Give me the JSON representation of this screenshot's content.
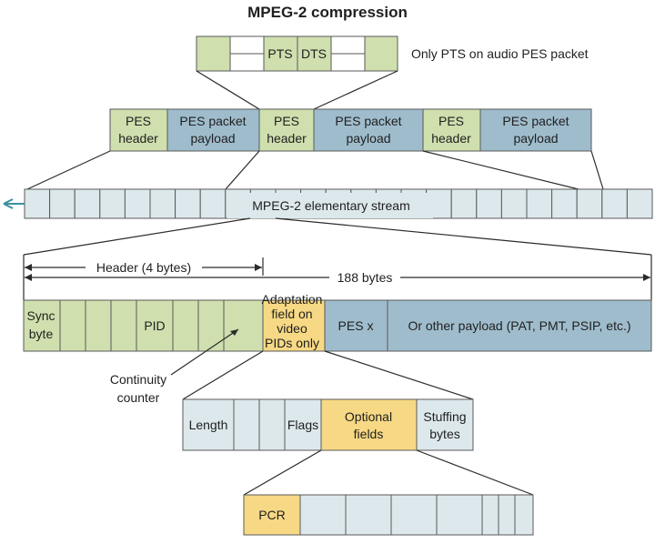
{
  "title": "MPEG-2 compression",
  "pes_header_fields": {
    "pts": "PTS",
    "dts": "DTS",
    "note": "Only PTS on audio PES packet"
  },
  "pes_stream": [
    {
      "line1": "PES",
      "line2": "header"
    },
    {
      "line1": "PES packet",
      "line2": "payload"
    },
    {
      "line1": "PES",
      "line2": "header"
    },
    {
      "line1": "PES packet",
      "line2": "payload"
    },
    {
      "line1": "PES",
      "line2": "header"
    },
    {
      "line1": "PES packet",
      "line2": "payload"
    }
  ],
  "elementary_stream": {
    "label": "MPEG-2 elementary stream"
  },
  "transport_packet": {
    "header_span": "Header (4 bytes)",
    "total_span": "188 bytes",
    "sync": {
      "line1": "Sync",
      "line2": "byte"
    },
    "pid": "PID",
    "adaptation": [
      "Adaptation",
      "field on",
      "video",
      "PIDs only"
    ],
    "pes_x": "PES x",
    "other_payload": "Or other payload (PAT, PMT, PSIP, etc.)",
    "continuity": {
      "line1": "Continuity",
      "line2": "counter"
    }
  },
  "adaptation_field": {
    "length": "Length",
    "flags": "Flags",
    "optional": {
      "line1": "Optional",
      "line2": "fields"
    },
    "stuffing": {
      "line1": "Stuffing",
      "line2": "bytes"
    }
  },
  "optional_fields": {
    "pcr": "PCR"
  },
  "colors": {
    "green": "#cfdfae",
    "blue": "#9fbccc",
    "light": "#dde8ec",
    "yellow": "#f7d884"
  }
}
